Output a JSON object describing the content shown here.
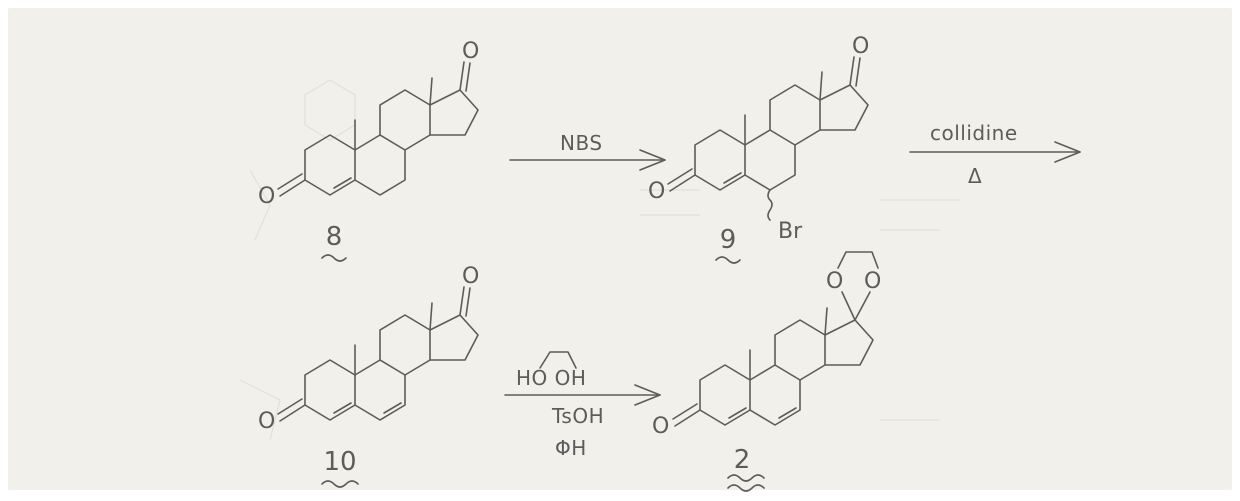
{
  "colors": {
    "paper": "#f2f0ea",
    "ink": "#5c5c5c",
    "ghost": "#9a9a9a"
  },
  "compounds": [
    {
      "id": "compound-8",
      "number": "8",
      "oxo_label": "O",
      "ring_oxo_label": "O"
    },
    {
      "id": "compound-9",
      "number": "9",
      "oxo_label": "O",
      "ring_oxo_label": "O",
      "substituent": "Br"
    },
    {
      "id": "compound-10",
      "number": "10",
      "oxo_label": "O",
      "ring_oxo_label": "O"
    },
    {
      "id": "compound-2",
      "number": "2",
      "ring_oxo_label": "O",
      "ketal_labels": [
        "O",
        "O"
      ]
    }
  ],
  "reactions": [
    {
      "id": "step-1",
      "above": "NBS",
      "below": ""
    },
    {
      "id": "step-2",
      "above": "collidine",
      "below": "Δ"
    },
    {
      "id": "step-3",
      "above": "HO   OH",
      "below_1": "TsOH",
      "below_2": "ΦH"
    }
  ]
}
